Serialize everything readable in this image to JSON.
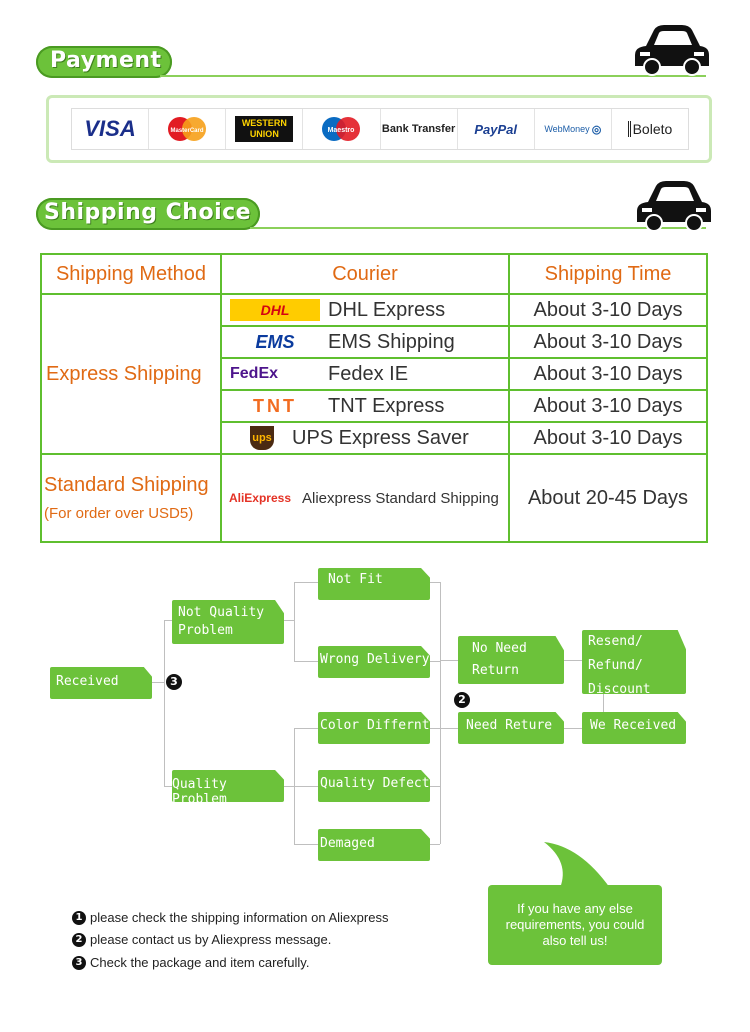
{
  "sections": {
    "payment_title": "Payment",
    "shipping_title": "Shipping Choice"
  },
  "payment_methods": [
    "VISA",
    "MasterCard",
    "WESTERN UNION",
    "Maestro",
    "Bank Transfer",
    "PayPal",
    "WebMoney",
    "Boleto"
  ],
  "shipping_table": {
    "headers": [
      "Shipping Method",
      "Courier",
      "Shipping Time"
    ],
    "express": {
      "method": "Express Shipping",
      "rows": [
        {
          "logo": "DHL",
          "courier": "DHL Express",
          "time": "About 3-10 Days"
        },
        {
          "logo": "EMS",
          "courier": "EMS Shipping",
          "time": "About 3-10 Days"
        },
        {
          "logo": "FedEx",
          "courier": "Fedex IE",
          "time": "About 3-10 Days"
        },
        {
          "logo": "TNT",
          "courier": "TNT Express",
          "time": "About 3-10 Days"
        },
        {
          "logo": "ups",
          "courier": "UPS Express Saver",
          "time": "About 3-10 Days"
        }
      ]
    },
    "standard": {
      "method": "Standard Shipping",
      "note": "(For order over USD5)",
      "logo": "AliExpress",
      "courier": "Aliexpress Standard Shipping",
      "time": "About 20-45 Days"
    }
  },
  "flow": {
    "received": "Received",
    "not_quality": "Not Quality Problem",
    "quality": "Quality Problem",
    "not_fit": "Not Fit",
    "wrong_delivery": "Wrong Delivery",
    "color_diff": "Color Differnt",
    "quality_defect": "Quality Defect",
    "demaged": "Demaged",
    "no_need_return": "No Need Return",
    "need_return": "Need Reture",
    "resend": "Resend/ Refund/ Discount",
    "we_received": "We Received",
    "step2": "2",
    "step3": "3"
  },
  "notes": [
    {
      "num": "1",
      "text": "please check the shipping information on Aliexpress"
    },
    {
      "num": "2",
      "text": "please contact us by Aliexpress message."
    },
    {
      "num": "3",
      "text": "Check the package and item carefully."
    }
  ],
  "bubble": "If you have any else requirements, you could also tell us!",
  "colors": {
    "accent": "#6cc23a",
    "border": "#5fbf2f",
    "highlight": "#e06a14"
  }
}
